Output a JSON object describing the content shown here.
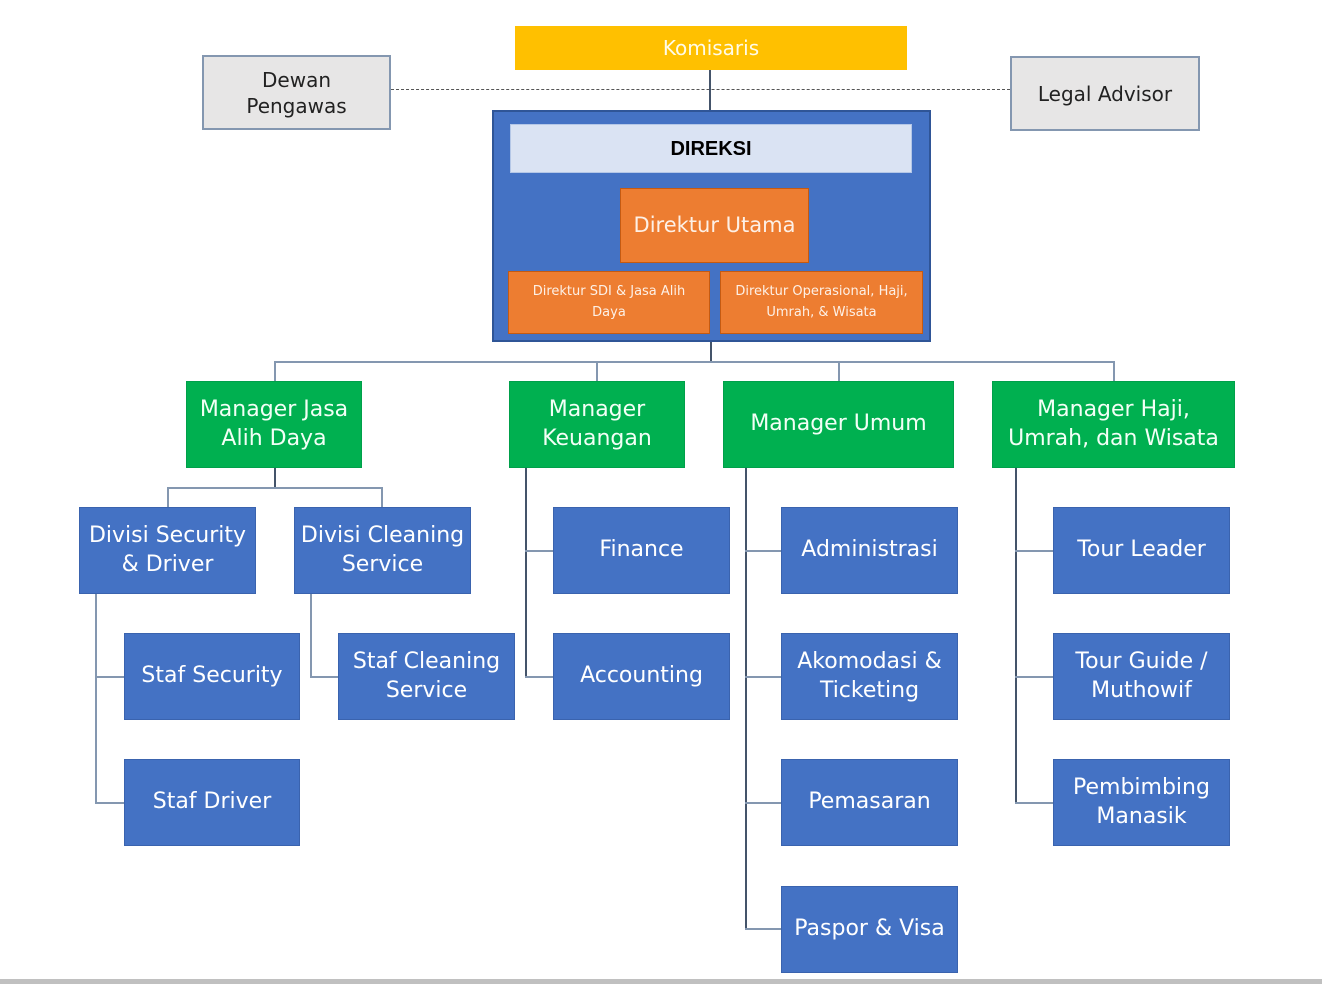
{
  "top": {
    "komisaris": "Komisaris",
    "dewan_pengawas": [
      "Dewan",
      "Pengawas"
    ],
    "legal_advisor": "Legal Advisor"
  },
  "direksi": {
    "title": "DIREKSI",
    "direktur_utama": "Direktur Utama",
    "direktur_sdi": [
      "Direktur SDI & Jasa Alih",
      "Daya"
    ],
    "direktur_operasional": [
      "Direktur Operasional, Haji,",
      "Umrah, & Wisata"
    ]
  },
  "managers": [
    {
      "label": [
        "Manager Jasa",
        "Alih Daya"
      ],
      "divisions": [
        {
          "label": [
            "Divisi Security",
            "& Driver"
          ],
          "staff": [
            [
              "Staf Security"
            ],
            [
              "Staf Driver"
            ]
          ]
        },
        {
          "label": [
            "Divisi Cleaning",
            "Service"
          ],
          "staff": [
            [
              "Staf Cleaning",
              "Service"
            ]
          ]
        }
      ]
    },
    {
      "label": [
        "Manager",
        "Keuangan"
      ],
      "units": [
        [
          "Finance"
        ],
        [
          "Accounting"
        ]
      ]
    },
    {
      "label": [
        "Manager Umum"
      ],
      "units": [
        [
          "Administrasi"
        ],
        [
          "Akomodasi &",
          "Ticketing"
        ],
        [
          "Pemasaran"
        ],
        [
          "Paspor & Visa"
        ]
      ]
    },
    {
      "label": [
        "Manager Haji,",
        "Umrah, dan Wisata"
      ],
      "units": [
        [
          "Tour Leader"
        ],
        [
          "Tour Guide /",
          "Muthowif"
        ],
        [
          "Pembimbing",
          "Manasik"
        ]
      ]
    }
  ],
  "colors": {
    "komisaris": "#ffc000",
    "advisory": "#e7e6e6",
    "direksi_frame": "#4472c4",
    "direksi_title": "#dae3f3",
    "direktur": "#ed7d31",
    "manager": "#00b050",
    "unit": "#4472c4",
    "connector": "#8497b0"
  }
}
